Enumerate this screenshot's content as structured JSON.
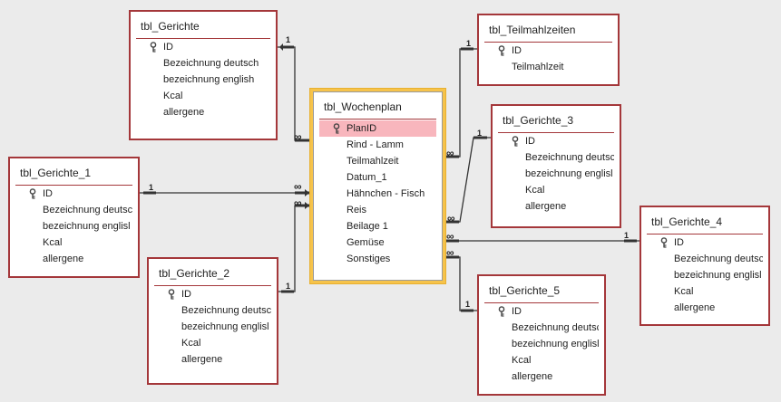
{
  "tables": {
    "gerichte": {
      "title": "tbl_Gerichte",
      "fields": [
        "ID",
        "Bezeichnung deutsch",
        "bezeichnung english",
        "Kcal",
        "allergene"
      ]
    },
    "teilmahlzeiten": {
      "title": "tbl_Teilmahlzeiten",
      "fields": [
        "ID",
        "Teilmahlzeit"
      ]
    },
    "wochenplan": {
      "title": "tbl_Wochenplan",
      "fields": [
        "PlanID",
        "Rind - Lamm",
        "Teilmahlzeit",
        "Datum_1",
        "Hähnchen - Fisch",
        "Reis",
        "Beilage 1",
        "Gemüse",
        "Sonstiges"
      ]
    },
    "gerichte_3": {
      "title": "tbl_Gerichte_3",
      "fields": [
        "ID",
        "Bezeichnung deutsc",
        "bezeichnung englisl",
        "Kcal",
        "allergene"
      ]
    },
    "gerichte_1": {
      "title": "tbl_Gerichte_1",
      "fields": [
        "ID",
        "Bezeichnung deutsc",
        "bezeichnung englisl",
        "Kcal",
        "allergene"
      ]
    },
    "gerichte_4": {
      "title": "tbl_Gerichte_4",
      "fields": [
        "ID",
        "Bezeichnung deutsc",
        "bezeichnung englisl",
        "Kcal",
        "allergene"
      ]
    },
    "gerichte_2": {
      "title": "tbl_Gerichte_2",
      "fields": [
        "ID",
        "Bezeichnung deutsc",
        "bezeichnung englisl",
        "Kcal",
        "allergene"
      ]
    },
    "gerichte_5": {
      "title": "tbl_Gerichte_5",
      "fields": [
        "ID",
        "Bezeichnung deutsc",
        "bezeichnung englisl",
        "Kcal",
        "allergene"
      ]
    }
  },
  "relationships": {
    "one_label": "1",
    "many_label": "∞"
  }
}
